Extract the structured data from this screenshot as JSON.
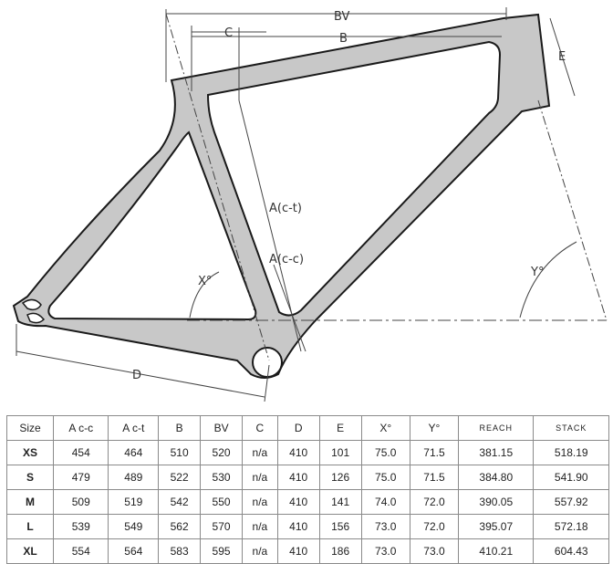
{
  "diagram": {
    "labels": {
      "bv": "BV",
      "b": "B",
      "c": "C",
      "e": "E",
      "a_ct": "A(c-t)",
      "a_cc": "A(c-c)",
      "x_angle": "X°",
      "y_angle": "Y°",
      "d": "D"
    },
    "frame_color": "#c8c8c8",
    "outline_color": "#1a1a1a"
  },
  "table": {
    "headers": [
      "Size",
      "A c-c",
      "A c-t",
      "B",
      "BV",
      "C",
      "D",
      "E",
      "X°",
      "Y°",
      "REACH",
      "STACK"
    ],
    "rows": [
      [
        "XS",
        "454",
        "464",
        "510",
        "520",
        "n/a",
        "410",
        "101",
        "75.0",
        "71.5",
        "381.15",
        "518.19"
      ],
      [
        "S",
        "479",
        "489",
        "522",
        "530",
        "n/a",
        "410",
        "126",
        "75.0",
        "71.5",
        "384.80",
        "541.90"
      ],
      [
        "M",
        "509",
        "519",
        "542",
        "550",
        "n/a",
        "410",
        "141",
        "74.0",
        "72.0",
        "390.05",
        "557.92"
      ],
      [
        "L",
        "539",
        "549",
        "562",
        "570",
        "n/a",
        "410",
        "156",
        "73.0",
        "72.0",
        "395.07",
        "572.18"
      ],
      [
        "XL",
        "554",
        "564",
        "583",
        "595",
        "n/a",
        "410",
        "186",
        "73.0",
        "73.0",
        "410.21",
        "604.43"
      ]
    ]
  }
}
